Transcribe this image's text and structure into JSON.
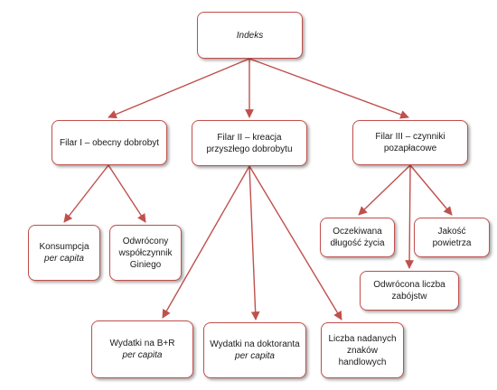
{
  "colors": {
    "accent": "#c0504d",
    "text": "#1a1a1a",
    "background": "#ffffff"
  },
  "nodes": {
    "root": {
      "label": "Indeks"
    },
    "pillar1": {
      "label": "Filar I – obecny dobrobyt"
    },
    "pillar2": {
      "label": "Filar II – kreacja przyszłego dobrobytu"
    },
    "pillar3": {
      "label": "Filar III – czynniki pozapłacowe"
    },
    "consumption": {
      "label": "Konsumpcja",
      "qualifier": "per capita"
    },
    "gini": {
      "label": "Odwrócony współczynnik Giniego"
    },
    "life": {
      "label": "Oczekiwana długość życia"
    },
    "homicide": {
      "label": "Odwrócona liczba zabójstw"
    },
    "air": {
      "label": "Jakość powietrza"
    },
    "rnd": {
      "label": "Wydatki na B+R",
      "qualifier": "per capita"
    },
    "doctoral": {
      "label": "Wydatki na doktoranta",
      "qualifier": "per capita"
    },
    "trademarks": {
      "label": "Liczba nadanych znaków handlowych"
    }
  },
  "edges": [
    [
      "root",
      "pillar1"
    ],
    [
      "root",
      "pillar2"
    ],
    [
      "root",
      "pillar3"
    ],
    [
      "pillar1",
      "consumption"
    ],
    [
      "pillar1",
      "gini"
    ],
    [
      "pillar2",
      "rnd"
    ],
    [
      "pillar2",
      "doctoral"
    ],
    [
      "pillar2",
      "trademarks"
    ],
    [
      "pillar3",
      "life"
    ],
    [
      "pillar3",
      "homicide"
    ],
    [
      "pillar3",
      "air"
    ]
  ]
}
